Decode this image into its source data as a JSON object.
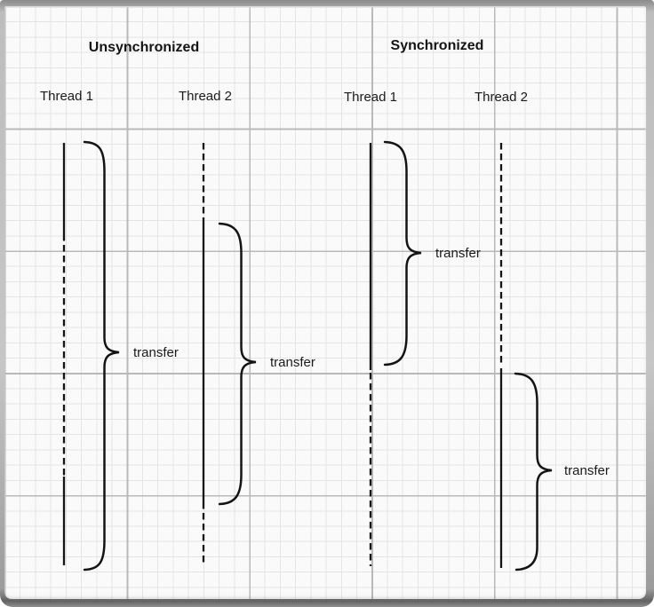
{
  "colors": {
    "ink": "#141414",
    "paper": "#fafafa",
    "grid_minor": "#e4e4e4",
    "grid_major": "#b9b9b9",
    "frame": "#8f8f8f"
  },
  "diagram": {
    "panels": [
      {
        "title": "Unsynchronized",
        "thread1_label": "Thread 1",
        "thread2_label": "Thread 2",
        "transfer1_label": "transfer",
        "transfer2_label": "transfer"
      },
      {
        "title": "Synchronized",
        "thread1_label": "Thread 1",
        "thread2_label": "Thread 2",
        "transfer1_label": "transfer",
        "transfer2_label": "transfer"
      }
    ]
  }
}
